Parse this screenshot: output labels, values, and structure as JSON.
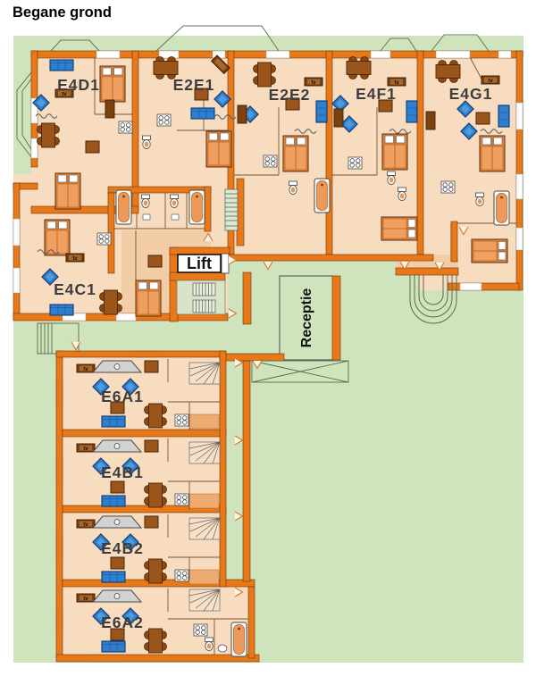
{
  "title": "Begane grond",
  "floor_plan": {
    "apartments": [
      {
        "label": "E4D1"
      },
      {
        "label": "E2E1"
      },
      {
        "label": "E2E2"
      },
      {
        "label": "E4F1"
      },
      {
        "label": "E4G1"
      },
      {
        "label": "E4C1"
      },
      {
        "label": "E6A1"
      },
      {
        "label": "E4B1"
      },
      {
        "label": "E4B2"
      },
      {
        "label": "E6A2"
      }
    ],
    "lift_label": "Lift",
    "reception_label": "Receptie",
    "tv_label": "tv"
  },
  "colors": {
    "background": "#ffffff",
    "grass": "#cfe3bd",
    "wall_orange": "#e8791a",
    "floor_peach": "#f8dcc0",
    "floor_dark": "#f3cda6",
    "furniture_blue": "#2e7fd0",
    "furniture_brown": "#9a551a",
    "furniture_dark_brown": "#7b4211",
    "gray_unit": "#d2d2d2",
    "label_text": "#3d3d3d"
  },
  "icons": [
    "bed-icon",
    "sofa-icon",
    "armchair-icon",
    "dining-table-icon",
    "coffee-table-icon",
    "tv-cabinet-icon",
    "stove-icon",
    "bathtub-icon",
    "toilet-icon",
    "sink-icon",
    "staircase-icon",
    "corner-cabinet-icon",
    "door-swing-icon",
    "elevator",
    "reception-desk",
    "curved-stair-icon"
  ]
}
